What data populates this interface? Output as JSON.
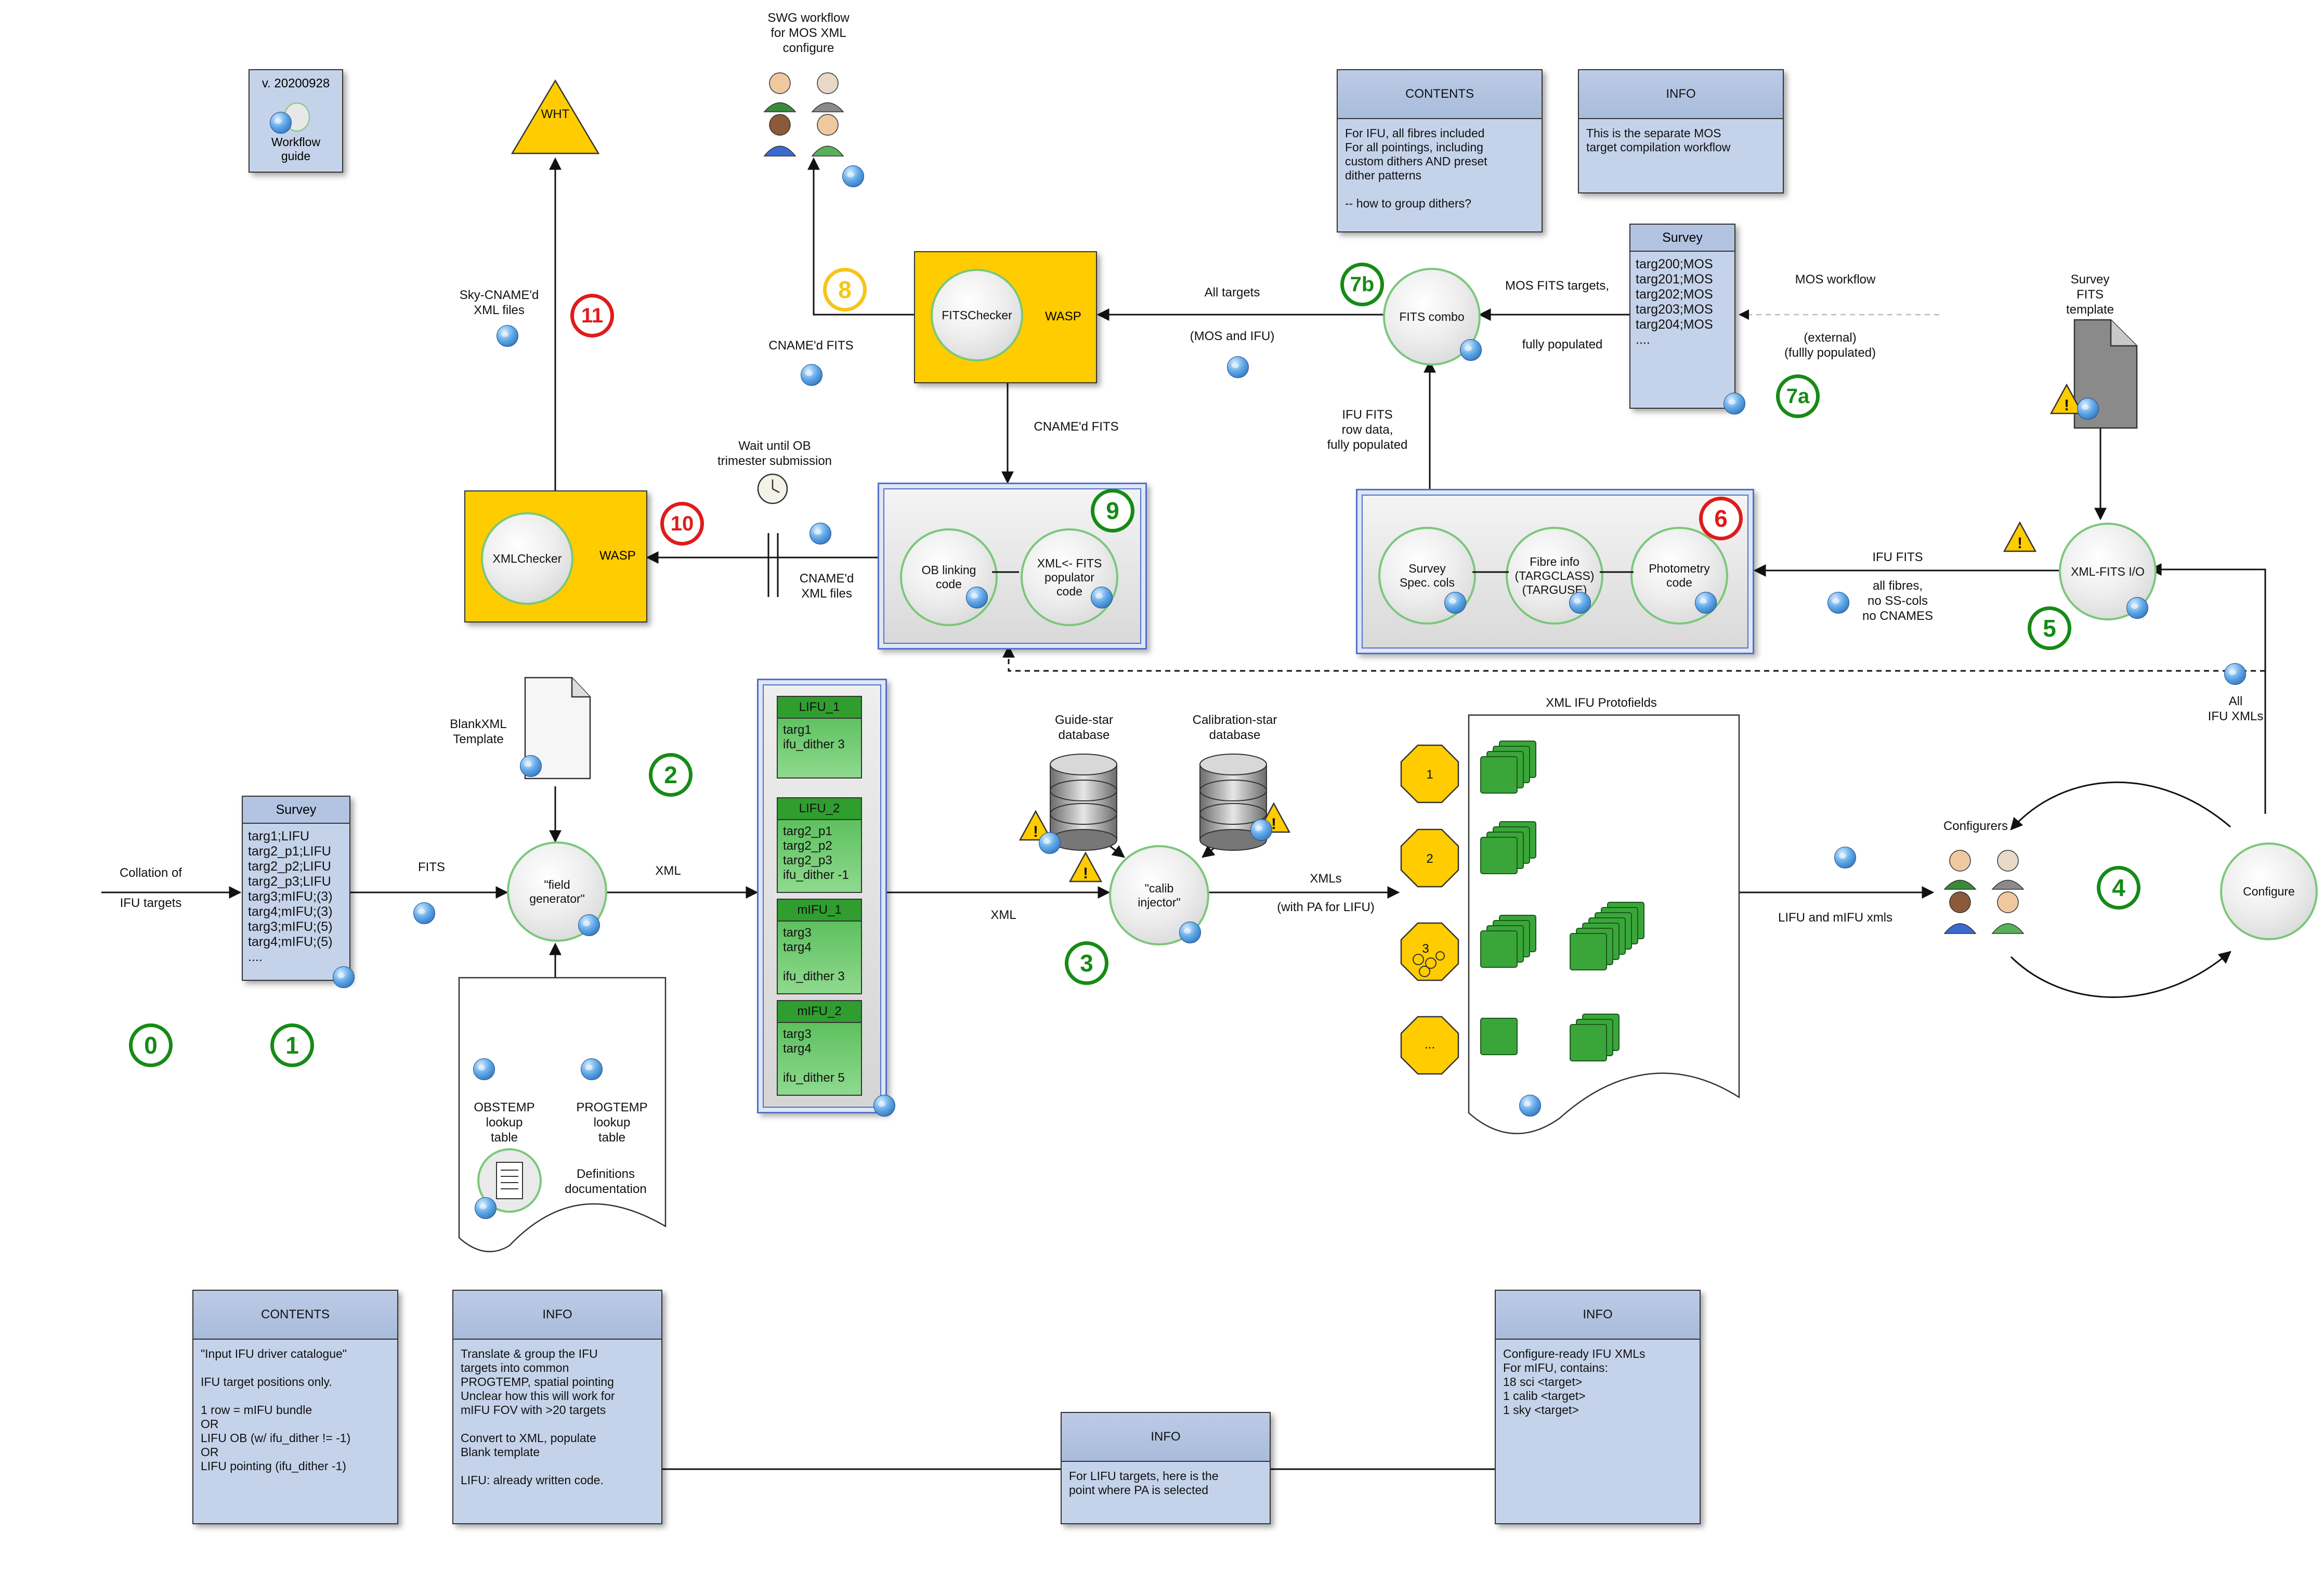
{
  "version": {
    "label": "v. 20200928",
    "caption": "Workflow\nguide"
  },
  "top": {
    "swg_label": "SWG workflow\nfor MOS XML\nconfigure",
    "wht_label": "WHT",
    "sky_files": "Sky-CNAME'd\nXML files",
    "cname_fits_left": "CNAME'd FITS",
    "cname_fits_mid": "CNAME'd FITS",
    "all_targets": "All targets",
    "mos_and_ifu": "(MOS and IFU)",
    "mos_fits_targets": "MOS FITS targets,",
    "fully_populated": "fully populated",
    "mos_workflow": "MOS workflow",
    "external": "(external)\n(fullly populated)",
    "survey_template": "Survey\nFITS\ntemplate",
    "ifu_fits_row": "IFU FITS\nrow data,\nfully populated",
    "wait_label": "Wait until OB\ntrimester submission",
    "cname_xml": "CNAME'd\nXML files",
    "ifu_fits": "IFU FITS",
    "all_fibres": "all fibres,\nno SS-cols\nno CNAMES",
    "all_ifu_xmls": "All\nIFU XMLs"
  },
  "boxes": {
    "fitschecker": "FITSChecker",
    "wasp": "WASP",
    "xmlchecker": "XMLChecker",
    "fits_combo": "FITS combo",
    "ob_linking": "OB linking\ncode",
    "xml_fits_pop": "XML<- FITS\npopulator\ncode",
    "survey_spec": "Survey\nSpec. cols",
    "fibre_info": "Fibre info\n(TARGCLASS)\n(TARGUSE)",
    "photometry": "Photometry\ncode",
    "xml_fits_io": "XML-FITS I/O",
    "field_generator": "\"field\ngenerator\"",
    "calib_injector": "\"calib\ninjector\"",
    "configure": "Configure"
  },
  "survey_mos": {
    "head": "Survey",
    "body": "targ200;MOS\ntarg201;MOS\ntarg202;MOS\ntarg203;MOS\ntarg204;MOS\n...."
  },
  "survey_ifu": {
    "head": "Survey",
    "body": "targ1;LIFU\ntarg2_p1;LIFU\ntarg2_p2;LIFU\ntarg2_p3;LIFU\ntarg3;mIFU;(3)\ntarg4;mIFU;(3)\ntarg3;mIFU;(5)\ntarg4;mIFU;(5)\n...."
  },
  "cards_top": {
    "contents_head": "CONTENTS",
    "contents_body": "For IFU, all fibres included\nFor all pointings, including\ncustom dithers AND preset\ndither patterns\n\n-- how to group dithers?",
    "info_head": "INFO",
    "info_body": "This is the separate MOS\ntarget compilation workflow"
  },
  "mid": {
    "collation": "Collation of\n\nIFU targets",
    "fits": "FITS",
    "xml": "XML",
    "xml2": "XML",
    "blank_template": "BlankXML\nTemplate",
    "obstemp": "OBSTEMP\nlookup\ntable",
    "progtemp": "PROGTEMP\nlookup\ntable",
    "definitions": "Definitions\ndocumentation",
    "guide_db": "Guide-star\ndatabase",
    "calib_db": "Calibration-star\ndatabase",
    "xmls": "XMLs",
    "with_pa": "(with PA for LIFU)",
    "protofields": "XML IFU Protofields",
    "lifu_mifu_xmls": "LIFU and mIFU xmls",
    "configurers": "Configurers"
  },
  "green_cards": [
    {
      "head": "LIFU_1",
      "body": "targ1\nifu_dither 3"
    },
    {
      "head": "LIFU_2",
      "body": "targ2_p1\ntarg2_p2\ntarg2_p3\nifu_dither -1"
    },
    {
      "head": "mIFU_1",
      "body": "targ3\ntarg4\n\nifu_dither 3"
    },
    {
      "head": "mIFU_2",
      "body": "targ3\ntarg4\n\nifu_dither 5"
    }
  ],
  "octagons": [
    "1",
    "2",
    "3",
    "..."
  ],
  "steps": {
    "s0": "0",
    "s1": "1",
    "s2": "2",
    "s3": "3",
    "s4": "4",
    "s5": "5",
    "s6": "6",
    "s7a": "7a",
    "s7b": "7b",
    "s8": "8",
    "s9": "9",
    "s10": "10",
    "s11": "11"
  },
  "cards_bottom": {
    "c1_head": "CONTENTS",
    "c1_body": "\"Input IFU driver catalogue\"\n\nIFU target positions only.\n\n1 row = mIFU bundle\nOR\nLIFU OB (w/ ifu_dither != -1)\nOR\nLIFU pointing (ifu_dither -1)",
    "c2_head": "INFO",
    "c2_body": "Translate & group the IFU\ntargets into common\nPROGTEMP, spatial pointing\nUnclear how this will work for\nmIFU FOV with >20 targets\n\nConvert to XML, populate\nBlank template\n\nLIFU: already written code.",
    "c3_head": "INFO",
    "c3_body": "For LIFU targets, here is the\npoint where PA is selected",
    "c4_head": "INFO",
    "c4_body": "Configure-ready IFU XMLs\nFor mIFU, contains:\n18 sci <target>\n1 calib <target>\n1 sky <target>"
  }
}
